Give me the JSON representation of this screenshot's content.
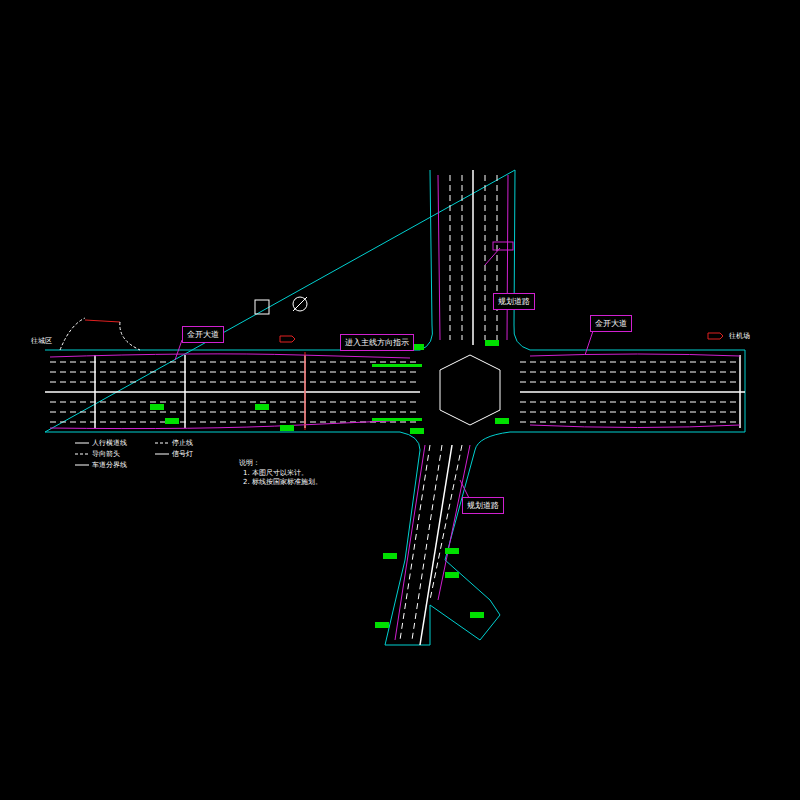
{
  "diagram": {
    "nodes": [
      {
        "text": [
          "金开大道"
        ]
      },
      {
        "text": [
          "金开大道"
        ]
      },
      {
        "text": [
          "规划道路"
        ]
      },
      {
        "text": [
          "规划道路"
        ]
      },
      {
        "text": [
          "进入主线方向指示"
        ]
      }
    ],
    "labels": [
      "往城区",
      "往机场",
      "说明：",
      "1. 本图尺寸以米计。",
      "2. 标线按国家标准施划。"
    ],
    "legend": [
      {
        "text": "人行横道线"
      },
      {
        "text": "导向箭头"
      },
      {
        "text": "车道分界线"
      },
      {
        "text": "停止线"
      },
      {
        "text": "信号灯"
      }
    ]
  }
}
